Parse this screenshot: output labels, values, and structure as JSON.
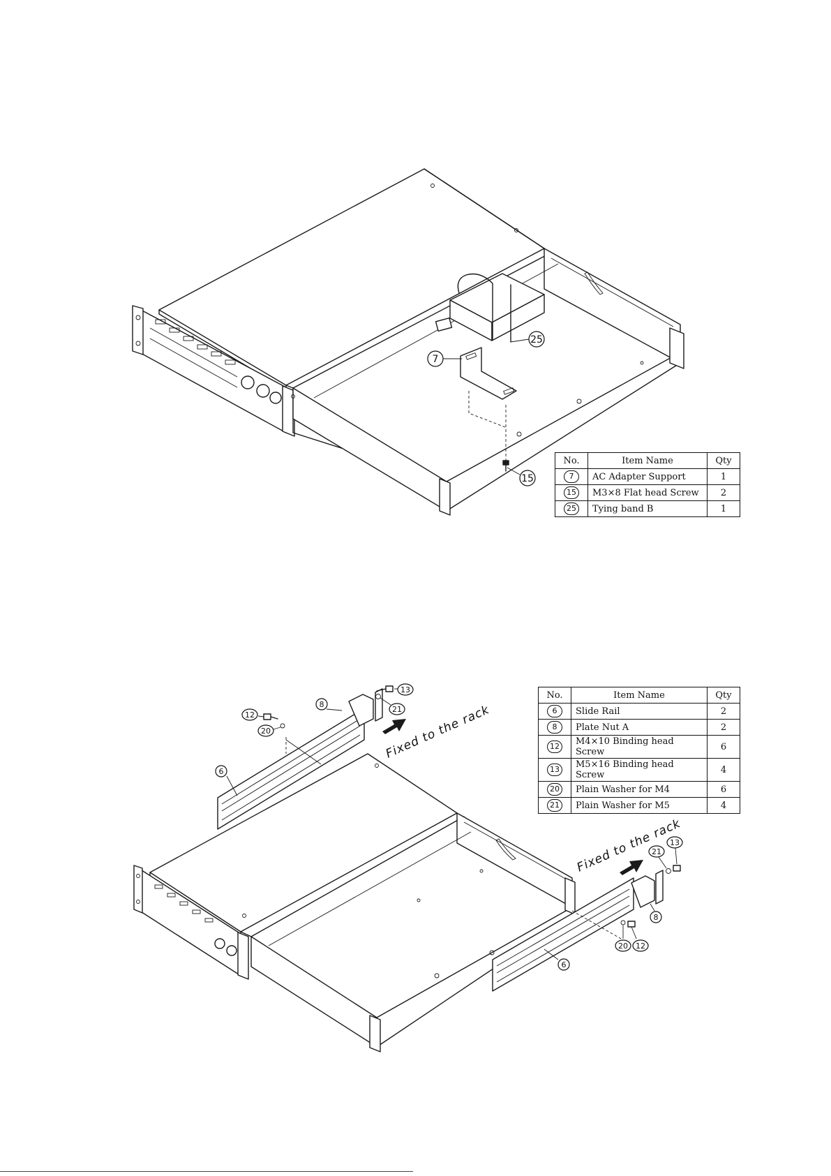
{
  "figure1": {
    "callouts": {
      "support": "7",
      "screw": "15",
      "band": "25"
    },
    "table": {
      "headers": {
        "no": "No.",
        "name": "Item Name",
        "qty": "Qty"
      },
      "rows": [
        {
          "no": "7",
          "name": "AC Adapter Support",
          "qty": "1"
        },
        {
          "no": "15",
          "name": "M3×8 Flat head Screw",
          "qty": "2"
        },
        {
          "no": "25",
          "name": "Tying band B",
          "qty": "1"
        }
      ]
    }
  },
  "figure2": {
    "rack_note_left": "Fixed to the rack",
    "rack_note_right": "Fixed to the rack",
    "callouts": {
      "rail_left": "6",
      "platenut_left": "8",
      "screw_m4_left": "12",
      "washer_m4_left": "20",
      "screw_m5_left": "13",
      "washer_m5_left": "21",
      "rail_right": "6",
      "platenut_right": "8",
      "screw_m4_right": "12",
      "washer_m4_right": "20",
      "screw_m5_right": "13",
      "washer_m5_right": "21"
    },
    "table": {
      "headers": {
        "no": "No.",
        "name": "Item Name",
        "qty": "Qty"
      },
      "rows": [
        {
          "no": "6",
          "name": "Slide Rail",
          "qty": "2"
        },
        {
          "no": "8",
          "name": "Plate Nut A",
          "qty": "2"
        },
        {
          "no": "12",
          "name": "M4×10 Binding head Screw",
          "qty": "6"
        },
        {
          "no": "13",
          "name": "M5×16 Binding head Screw",
          "qty": "4"
        },
        {
          "no": "20",
          "name": "Plain Washer for M4",
          "qty": "6"
        },
        {
          "no": "21",
          "name": "Plain Washer for M5",
          "qty": "4"
        }
      ]
    }
  }
}
